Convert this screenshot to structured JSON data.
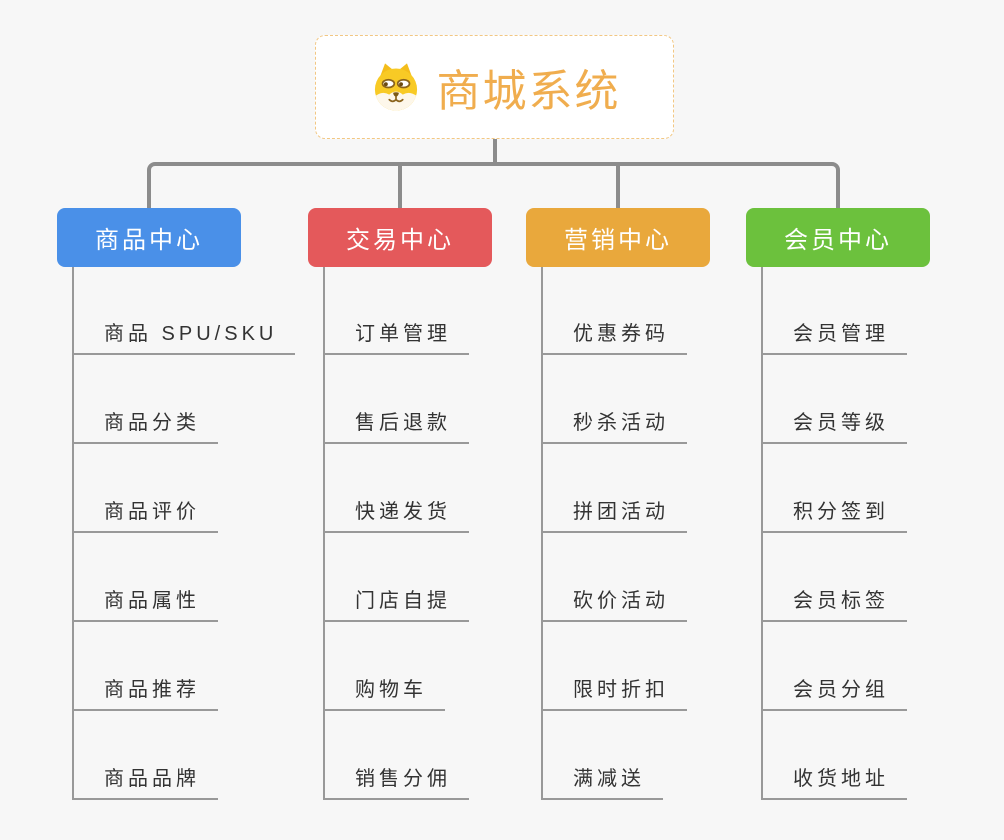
{
  "app": {
    "type": "mindmap-org-chart",
    "background_color": "#f7f7f7",
    "connector_color": "#8c8c8c",
    "item_line_color": "#999999",
    "item_text_color": "#333333"
  },
  "root": {
    "title": "商城系统",
    "icon": "dog-icon",
    "title_color": "#f0ad4e",
    "border_color": "#f2c783"
  },
  "branches": [
    {
      "label": "商品中心",
      "color": "#4a90e8",
      "items": [
        "商品 SPU/SKU",
        "商品分类",
        "商品评价",
        "商品属性",
        "商品推荐",
        "商品品牌"
      ]
    },
    {
      "label": "交易中心",
      "color": "#e4595b",
      "items": [
        "订单管理",
        "售后退款",
        "快递发货",
        "门店自提",
        "购物车",
        "销售分佣"
      ]
    },
    {
      "label": "营销中心",
      "color": "#e9a83c",
      "items": [
        "优惠券码",
        "秒杀活动",
        "拼团活动",
        "砍价活动",
        "限时折扣",
        "满减送"
      ]
    },
    {
      "label": "会员中心",
      "color": "#6cc13d",
      "items": [
        "会员管理",
        "会员等级",
        "积分签到",
        "会员标签",
        "会员分组",
        "收货地址"
      ]
    }
  ]
}
